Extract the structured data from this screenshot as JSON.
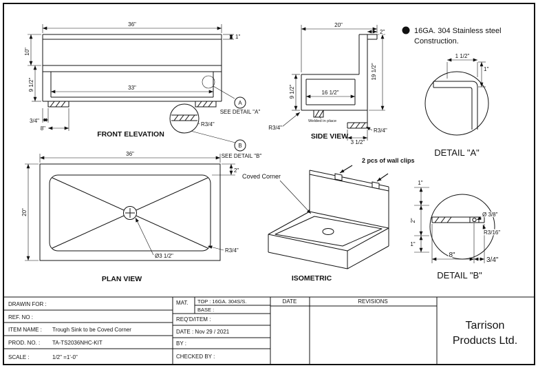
{
  "note": {
    "line1": "16GA.  304 Stainless steel",
    "line2": "Construction."
  },
  "front_elevation": {
    "title": "FRONT ELEVATION",
    "dim_36": "36\"",
    "dim_1": "1\"",
    "dim_10": "10\"",
    "dim_9half": "9 1/2\"",
    "dim_33": "33\"",
    "dim_3quarter": "3/4\"",
    "dim_8": "8\"",
    "radius": "R3/4\"",
    "balloon_a": "A",
    "see_detail_a": "SEE DETAIL \"A\"",
    "balloon_b": "B",
    "see_detail_b": "SEE DETAIL \"B\""
  },
  "side_view": {
    "title": "SIDE VIEW",
    "dim_20": "20\"",
    "dim_2": "2\"",
    "dim_19half": "19 1/2\"",
    "dim_9half": "9 1/2\"",
    "dim_16half": "16 1/2\"",
    "radius_left": "R3/4\"",
    "radius_right": "R3/4\"",
    "welded": "Welded in place",
    "dim_3half": "3 1/2\""
  },
  "detail_a": {
    "title": "DETAIL  \"A\"",
    "dim_1half": "1 1/2\"",
    "dim_1": "1\""
  },
  "plan_view": {
    "title": "PLAN  VIEW",
    "dim_36": "36\"",
    "dim_2": "2\"",
    "dim_20": "20\"",
    "radius": "R3/4\"",
    "drain": "Ø3 1/2\""
  },
  "isometric": {
    "title": "ISOMETRIC",
    "coved_corner": "Coved Corner",
    "wall_clips": "2 pcs of wall clips"
  },
  "detail_b": {
    "title": "DETAIL  \"B\"",
    "dim_top_1": "1\"",
    "dim_left_2": "2\"",
    "dim_left_1": "1\"",
    "dim_8": "8\"",
    "dim_3quarter": "3/4\"",
    "dim_hole": "Ø 3/8\"",
    "dim_radius": "R3/16\""
  },
  "title_block": {
    "drawn_for": "DRAWIN  FOR :",
    "ref_no": "REF.  NO :",
    "item_name": "ITEM  NAME :",
    "item_name_value": "Trough Sink to be Coved Corner",
    "prod_no": "PROD.  NO. :",
    "prod_no_value": "TA-TS2036NHC-KIT",
    "scale": "SCALE :",
    "scale_value": "1/2\" =1'-0\"",
    "mat": "MAT.",
    "mat_top": "TOP : 16GA. 304S/S.",
    "mat_base": "BASE :",
    "reqd": "REQ'D/ITEM :",
    "date": "DATE :  Nov 29 / 2021",
    "by": "BY :",
    "checked_by": "CHECKED  BY :",
    "col_date": "DATE",
    "col_revisions": "REVISIONS",
    "company1": "Tarrison",
    "company2": "Products  Ltd."
  }
}
